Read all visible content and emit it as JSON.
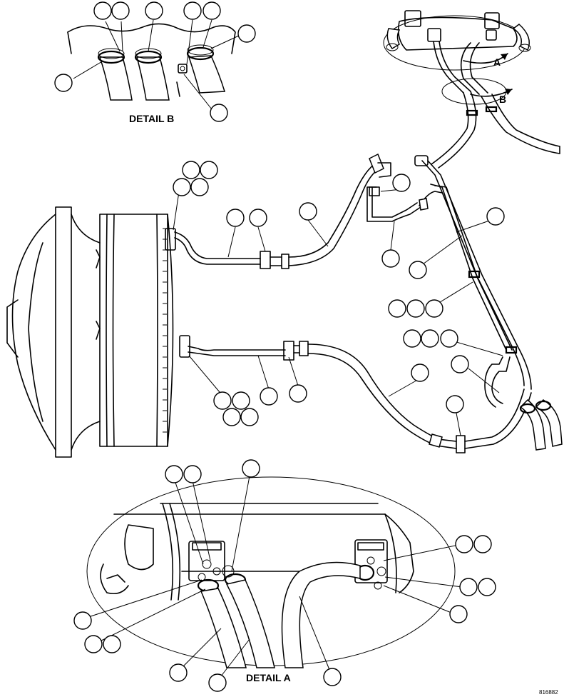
{
  "detail_b_caption": "DETAIL B",
  "detail_a_caption": "DETAIL A",
  "view_a_label": "A",
  "view_b_label": "B",
  "drawing_number": "816882"
}
